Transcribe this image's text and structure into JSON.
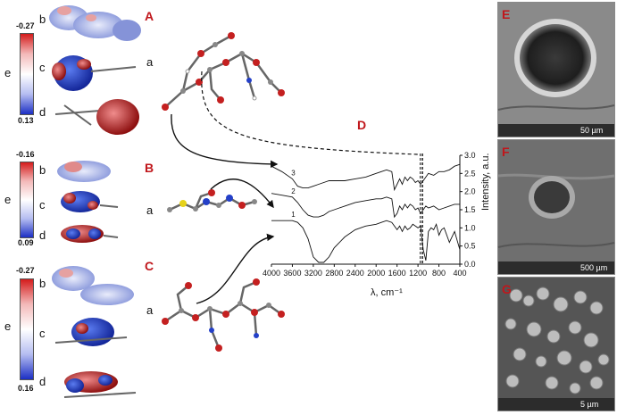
{
  "panels": {
    "A": {
      "letter": "A",
      "cbar_top": "-0.27",
      "cbar_bottom": "0.13",
      "e": "e",
      "subs": [
        "b",
        "c",
        "d",
        "a"
      ]
    },
    "B": {
      "letter": "B",
      "cbar_top": "-0.16",
      "cbar_bottom": "0.09",
      "e": "e",
      "subs": [
        "b",
        "c",
        "d",
        "a"
      ]
    },
    "C": {
      "letter": "C",
      "cbar_top": "-0.27",
      "cbar_bottom": "0.16",
      "e": "e",
      "subs": [
        "b",
        "c",
        "d",
        "a"
      ]
    }
  },
  "spectra": {
    "letter": "D",
    "xlabel": "λ, cm⁻¹",
    "ylabel": "Intensity, a.u.",
    "curve_labels": [
      "1",
      "2",
      "3"
    ]
  },
  "chart_data": {
    "type": "line",
    "xlabel": "λ, cm⁻¹",
    "ylabel": "Intensity, a.u.",
    "xlim": [
      4000,
      400
    ],
    "ylim": [
      0,
      3.0
    ],
    "x_ticks": [
      "4000",
      "3600",
      "3200",
      "2800",
      "2400",
      "2000",
      "1600",
      "1200",
      "800",
      "400"
    ],
    "y_ticks": [
      "0.0",
      "0.5",
      "1.0",
      "1.5",
      "2.0",
      "2.5",
      "3.0"
    ],
    "series": [
      {
        "name": "1",
        "x": [
          4000,
          3800,
          3600,
          3500,
          3400,
          3300,
          3200,
          3100,
          3000,
          2900,
          2800,
          2600,
          2400,
          2200,
          2000,
          1900,
          1800,
          1700,
          1600,
          1550,
          1500,
          1450,
          1400,
          1350,
          1300,
          1250,
          1200,
          1150,
          1100,
          1050,
          1000,
          950,
          900,
          850,
          800,
          750,
          700,
          600,
          500,
          400
        ],
        "y": [
          1.2,
          1.2,
          1.2,
          1.15,
          1.0,
          0.7,
          0.2,
          0.05,
          0.05,
          0.2,
          0.45,
          0.75,
          0.95,
          1.05,
          1.1,
          1.15,
          1.2,
          1.15,
          0.95,
          1.05,
          0.9,
          1.05,
          0.95,
          1.0,
          1.1,
          1.05,
          1.0,
          1.05,
          0.4,
          0.1,
          0.9,
          1.0,
          0.95,
          1.1,
          0.8,
          0.95,
          1.0,
          0.6,
          0.9,
          0.4
        ]
      },
      {
        "name": "2",
        "x": [
          4000,
          3800,
          3600,
          3500,
          3400,
          3300,
          3200,
          3100,
          3000,
          2900,
          2800,
          2600,
          2400,
          2200,
          2000,
          1900,
          1800,
          1700,
          1650,
          1600,
          1550,
          1500,
          1450,
          1400,
          1350,
          1300,
          1250,
          1200,
          1150,
          1100,
          1050,
          1000,
          900,
          800,
          700,
          600,
          500,
          400
        ],
        "y": [
          1.95,
          1.9,
          1.85,
          1.7,
          1.5,
          1.35,
          1.3,
          1.3,
          1.35,
          1.45,
          1.5,
          1.6,
          1.7,
          1.75,
          1.8,
          1.8,
          1.85,
          1.8,
          1.3,
          1.4,
          1.6,
          1.5,
          1.65,
          1.55,
          1.65,
          1.6,
          1.5,
          1.55,
          1.4,
          1.5,
          1.6,
          1.55,
          1.6,
          1.5,
          1.55,
          1.6,
          1.65,
          1.65
        ]
      },
      {
        "name": "3",
        "x": [
          4000,
          3800,
          3600,
          3500,
          3400,
          3300,
          3200,
          3100,
          3000,
          2900,
          2800,
          2600,
          2400,
          2200,
          2000,
          1900,
          1800,
          1700,
          1650,
          1600,
          1550,
          1500,
          1450,
          1400,
          1350,
          1300,
          1250,
          1200,
          1150,
          1100,
          1050,
          1000,
          900,
          800,
          700,
          600,
          500,
          400
        ],
        "y": [
          2.7,
          2.55,
          2.35,
          2.15,
          2.1,
          2.1,
          2.15,
          2.2,
          2.25,
          2.3,
          2.3,
          2.3,
          2.35,
          2.4,
          2.5,
          2.55,
          2.6,
          2.55,
          2.05,
          2.2,
          2.35,
          2.2,
          2.4,
          2.3,
          2.4,
          2.35,
          2.25,
          2.3,
          2.2,
          2.3,
          2.4,
          2.5,
          2.45,
          2.55,
          2.55,
          2.6,
          2.7,
          2.75
        ]
      }
    ],
    "annotations": [
      "dashed vertical lines near 1100–1150 cm⁻¹"
    ]
  },
  "sem": {
    "E": {
      "letter": "E",
      "scale": "50 µm"
    },
    "F": {
      "letter": "F",
      "scale": "500 µm"
    },
    "G": {
      "letter": "G",
      "scale": "5 µm"
    }
  },
  "colors": {
    "accent_red": "#c0161b",
    "cbar_neg": "#d41c1c",
    "cbar_pos": "#1c2fc4"
  }
}
